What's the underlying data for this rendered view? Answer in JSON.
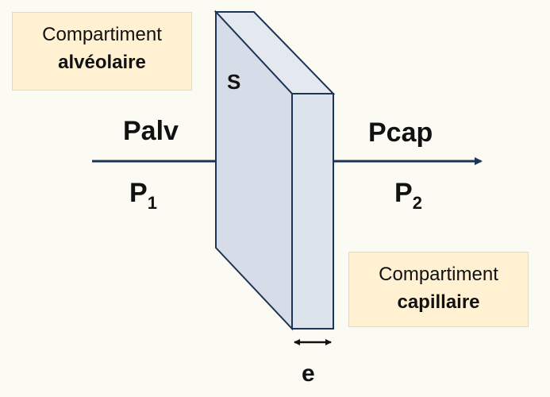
{
  "alveolar_compartment": {
    "line1": "Compartiment",
    "line2": "alvéolaire"
  },
  "capillary_compartment": {
    "line1": "Compartiment",
    "line2": "capillaire"
  },
  "labels": {
    "palv": "Palv",
    "p1_base": "P",
    "p1_sub": "1",
    "pcap": "Pcap",
    "p2_base": "P",
    "p2_sub": "2",
    "surface": "S",
    "thickness": "e"
  },
  "colors": {
    "background": "#fbfaf3",
    "box_fill": "#fff1d2",
    "membrane_fill": "#d9e0ea",
    "stroke": "#1c3456"
  }
}
